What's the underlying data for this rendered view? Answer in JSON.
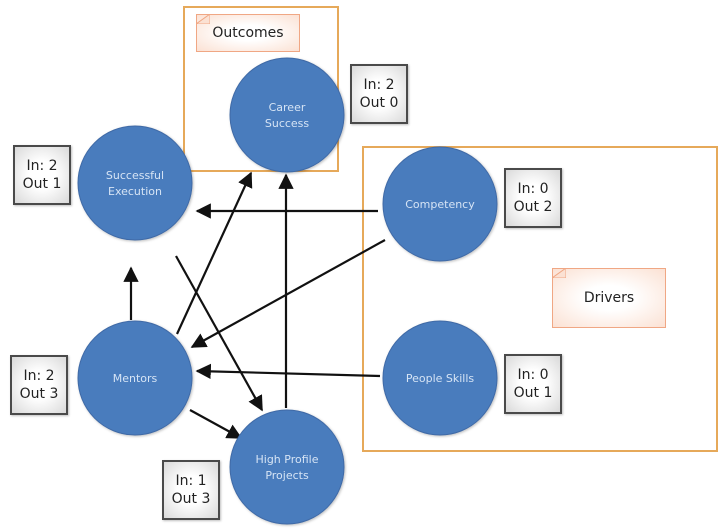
{
  "diagram": {
    "groups": [
      {
        "id": "outcomes",
        "label": "Outcomes",
        "color": "#e6a95a"
      },
      {
        "id": "drivers",
        "label": "Drivers",
        "color": "#e6a95a"
      }
    ],
    "nodes": [
      {
        "id": "career-success",
        "label_lines": [
          "Career",
          "Success"
        ],
        "group": "outcomes",
        "in": "In: 2",
        "out": "Out 0"
      },
      {
        "id": "successful-execution",
        "label_lines": [
          "Successful",
          "Execution"
        ],
        "in": "In: 2",
        "out": "Out 1"
      },
      {
        "id": "competency",
        "label_lines": [
          "Competency"
        ],
        "group": "drivers",
        "in": "In: 0",
        "out": "Out 2"
      },
      {
        "id": "mentors",
        "label_lines": [
          "Mentors"
        ],
        "in": "In: 2",
        "out": "Out 3"
      },
      {
        "id": "people-skills",
        "label_lines": [
          "People Skills"
        ],
        "group": "drivers",
        "in": "In: 0",
        "out": "Out 1"
      },
      {
        "id": "high-profile-projects",
        "label_lines": [
          "High Profile",
          "Projects"
        ],
        "in": "In: 1",
        "out": "Out 3"
      }
    ],
    "edges": [
      {
        "from": "competency",
        "to": "successful-execution"
      },
      {
        "from": "competency",
        "to": "mentors"
      },
      {
        "from": "people-skills",
        "to": "mentors"
      },
      {
        "from": "mentors",
        "to": "successful-execution"
      },
      {
        "from": "mentors",
        "to": "career-success"
      },
      {
        "from": "mentors",
        "to": "high-profile-projects"
      },
      {
        "from": "successful-execution",
        "to": "high-profile-projects"
      },
      {
        "from": "high-profile-projects",
        "to": "career-success"
      }
    ],
    "node_color": "#4a7bbd",
    "node_text_color": "#d6e4f5",
    "edge_color": "#111111"
  }
}
